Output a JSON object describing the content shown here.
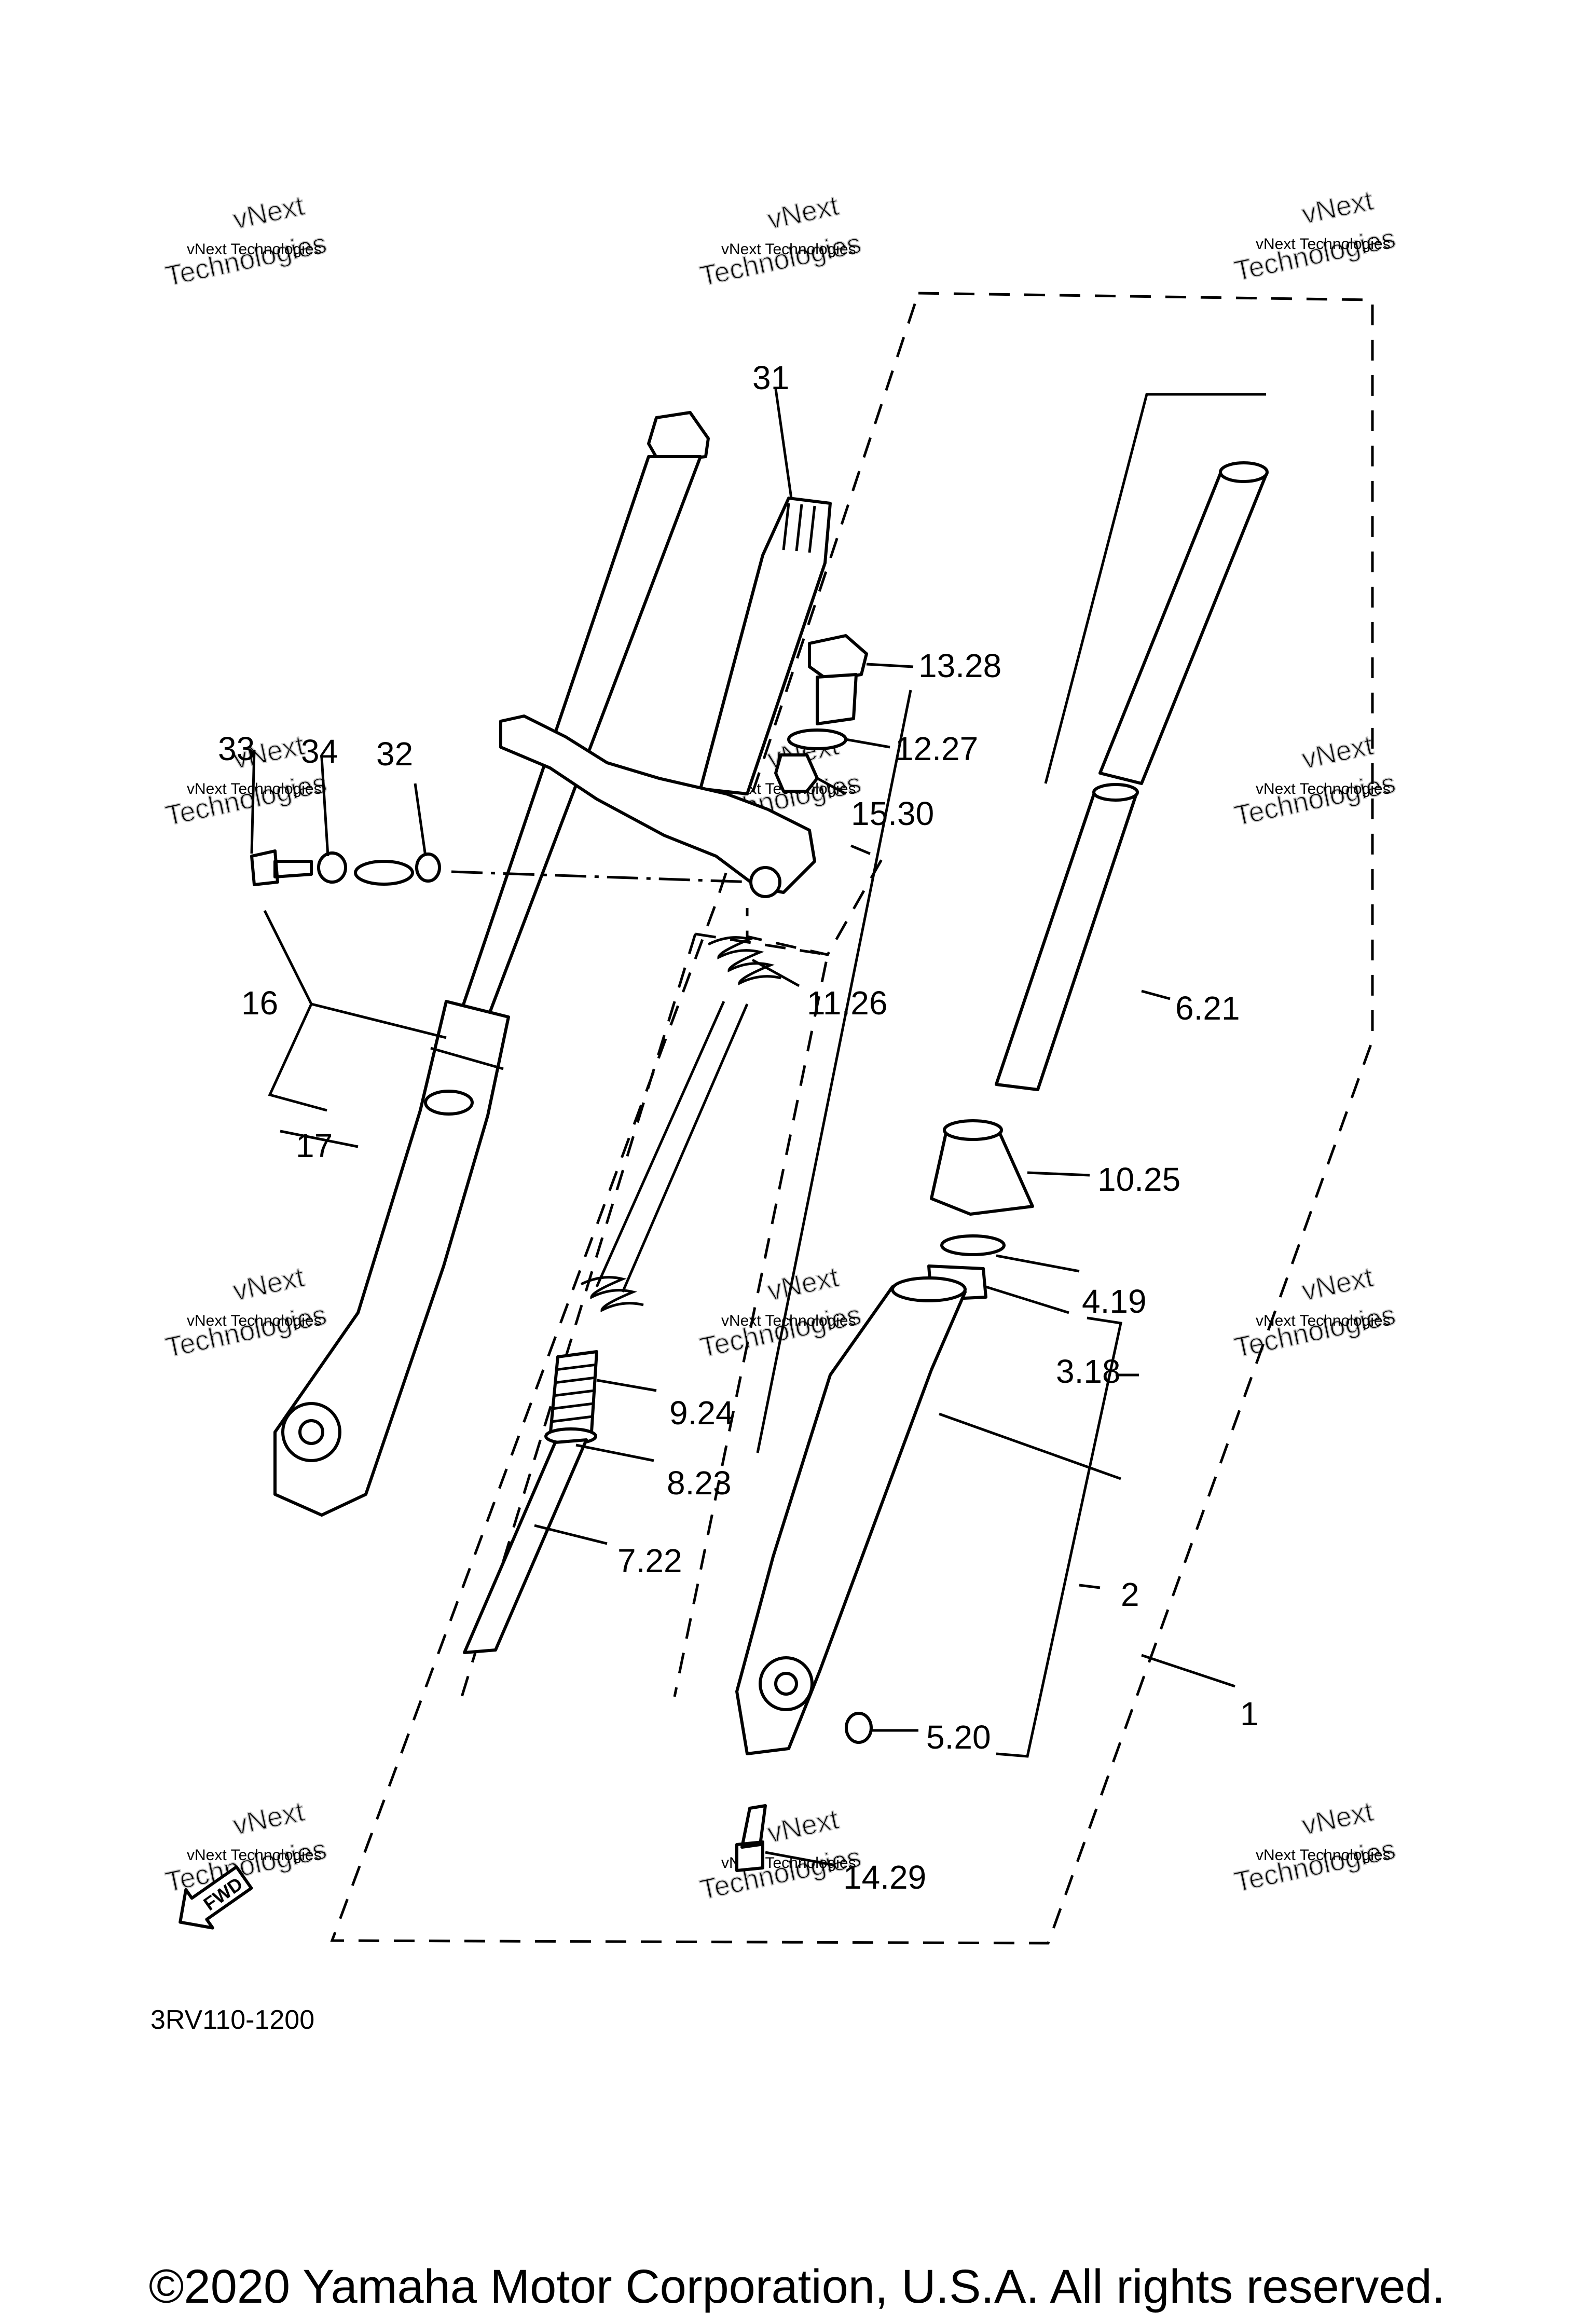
{
  "diagram_code": "3RV110-1200",
  "copyright": "©2020 Yamaha Motor Corporation, U.S.A. All rights reserved.",
  "fwd_label": "FWD",
  "watermark": {
    "line1": "vNext",
    "line2": "vNext Technologies",
    "line3": "Technologies"
  },
  "callouts": [
    {
      "id": "31",
      "text": "31"
    },
    {
      "id": "13_28",
      "text": "13.28"
    },
    {
      "id": "12_27",
      "text": "12.27"
    },
    {
      "id": "15_30",
      "text": "15.30"
    },
    {
      "id": "33",
      "text": "33"
    },
    {
      "id": "34",
      "text": "34"
    },
    {
      "id": "32",
      "text": "32"
    },
    {
      "id": "11_26",
      "text": "11.26"
    },
    {
      "id": "16",
      "text": "16"
    },
    {
      "id": "17",
      "text": "17"
    },
    {
      "id": "6_21",
      "text": "6.21"
    },
    {
      "id": "10_25",
      "text": "10.25"
    },
    {
      "id": "4_19",
      "text": "4.19"
    },
    {
      "id": "3_18",
      "text": "3.18"
    },
    {
      "id": "9_24",
      "text": "9.24"
    },
    {
      "id": "8_23",
      "text": "8.23"
    },
    {
      "id": "7_22",
      "text": "7.22"
    },
    {
      "id": "2",
      "text": "2"
    },
    {
      "id": "1",
      "text": "1"
    },
    {
      "id": "5_20",
      "text": "5.20"
    },
    {
      "id": "14_29",
      "text": "14.29"
    }
  ]
}
